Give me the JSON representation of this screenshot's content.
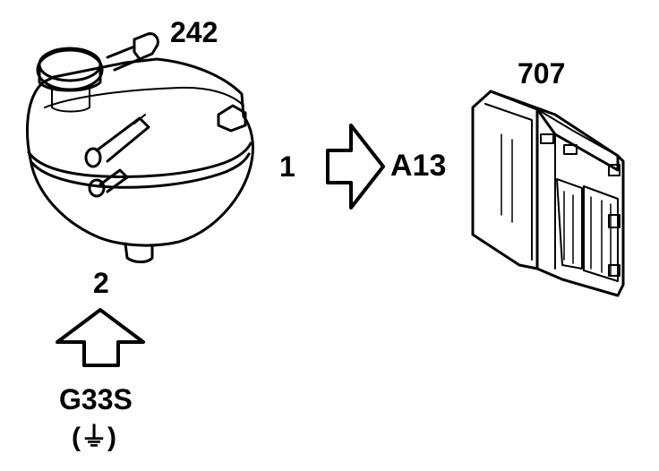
{
  "labels": {
    "tank": "242",
    "module": "707",
    "connection_1": "1",
    "target_1": "A13",
    "connection_2": "2",
    "source_2": "G33S",
    "ground_symbol": "(⏚)"
  },
  "colors": {
    "line": "#000000",
    "background": "#ffffff"
  },
  "icons": {
    "arrow_right": "right-arrow-icon",
    "arrow_up": "up-arrow-icon",
    "ground": "ground-icon"
  }
}
